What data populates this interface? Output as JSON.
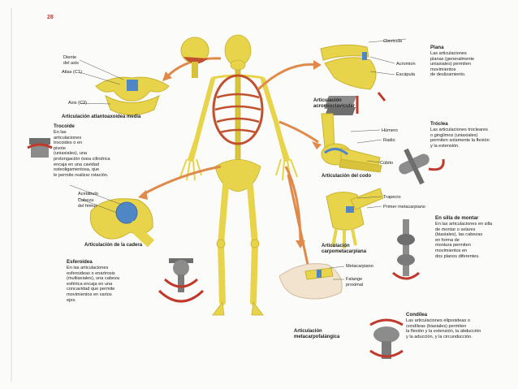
{
  "page_number": "28",
  "labels": {
    "diente": "Diente\ndel axis",
    "atlas": "Atlas (C1)",
    "axis": "Axis (C2)",
    "clavicula": "Clavícula",
    "acromion": "Acromion",
    "escapula": "Escápula",
    "humero": "Húmero",
    "radio": "Radio",
    "cubito": "Cúbito",
    "acetabulo": "Acetábulo",
    "cabeza_femur": "Cabeza\ndel fémur",
    "trapecio": "Trapecio",
    "primer_metacarpiano": "Primer metacarpiano",
    "metacarpiano": "Metacarpiano",
    "falange": "Falange\nproximal"
  },
  "captions": {
    "atlantoaxoidea": "Articulación atlantoaxoidea media",
    "acromioclavicular": "Articulación\nacromioclavicular",
    "codo": "Articulación del codo",
    "cadera": "Articulación de la cadera",
    "carpometacarpiana": "Articulación\ncarpometacarpiana",
    "metacarpofalangica": "Articulación\nmetacarpofalángica"
  },
  "types": {
    "plana": {
      "title": "Plana",
      "text": "Las articulaciones\nplanas (generalmente\nuniaxiales) permiten\nmovimientos\nde deslizamiento."
    },
    "troclea": {
      "title": "Tróclea",
      "text": "Las articulaciones trocleares\no ginglimos (uniaxiales)\npermiten solamente la flexión\ny la extensión."
    },
    "trocoide": {
      "title": "Trocoide",
      "text": "En las\narticulaciones\ntrocoides o en\npivote\n(uniaxiales), una\nprotongación ósea cilíndrica\nencaja en una cavidad\nosteoligamentosa, que\nle permite realizar rotación."
    },
    "silla": {
      "title": "En silla de montar",
      "text": "En las articulaciones en silla\nde montar o selares\n(biaxiales), las cabezas\nen forma de\nmontura permiten\nmovimientos en\ndos planos diferentes."
    },
    "esferoidea": {
      "title": "Esferoidea",
      "text": "En las articulaciones\nesferoideas o enartrosis\n(multiaxiales), una cabeza\nesférica encaja en una\nconcavidad que permite\nmovimientos en varios\nejes."
    },
    "condilea": {
      "title": "Condílea",
      "text": "Las articulaciones elipsoideas o\ncondíleas (biaxiales) permiten\nla flexión y la extensión, la abducción\ny la aducción, y la circunducción."
    }
  },
  "colors": {
    "bone": "#e8d44a",
    "bone_shade": "#c9b332",
    "muscle": "#c0502e",
    "arrow": "#e08a4a",
    "cartilage": "#4f86c6",
    "accent_red": "#c0392b"
  }
}
